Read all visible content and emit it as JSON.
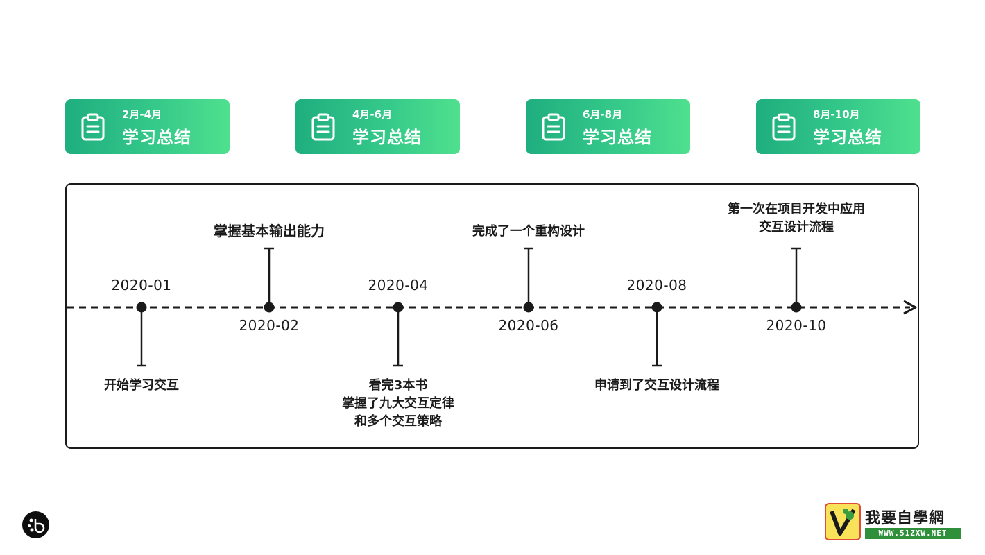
{
  "cards": [
    {
      "range": "2月-4月",
      "title": "学习总结"
    },
    {
      "range": "4月-6月",
      "title": "学习总结"
    },
    {
      "range": "6月-8月",
      "title": "学习总结"
    },
    {
      "range": "8月-10月",
      "title": "学习总结"
    }
  ],
  "timeline": [
    {
      "date": "2020-01",
      "text": "开始学习交互"
    },
    {
      "date": "2020-02",
      "text": "掌握基本输出能力"
    },
    {
      "date": "2020-04",
      "text": "看完3本书\n掌握了九大交互定律\n和多个交互策略"
    },
    {
      "date": "2020-06",
      "text": "完成了一个重构设计"
    },
    {
      "date": "2020-08",
      "text": "申请到了交互设计流程"
    },
    {
      "date": "2020-10",
      "text": "第一次在项目开发中应用\n交互设计流程"
    }
  ],
  "watermark": {
    "name": "我要自學網",
    "url": "WWW.51ZXW.NET"
  },
  "colors": {
    "card_start": "#1fae7f",
    "card_end": "#4fe08e",
    "line": "#1a1a1a"
  },
  "icons": {
    "card": "clipboard-icon",
    "corner": "bubble-logo-icon"
  }
}
